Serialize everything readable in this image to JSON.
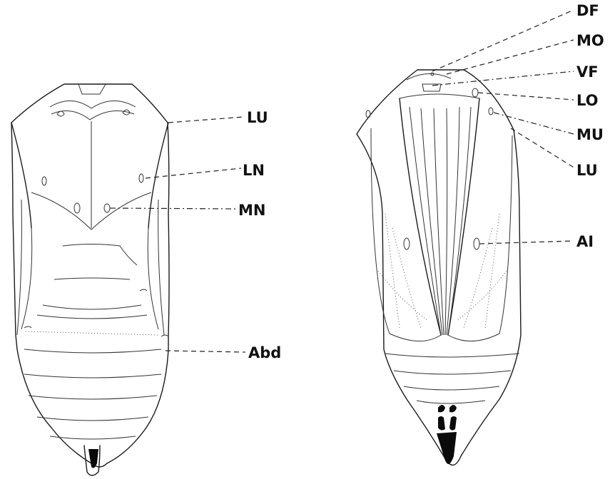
{
  "labels": {
    "left": {
      "lu": "LU",
      "ln": "LN",
      "mn": "MN",
      "abd": "Abd"
    },
    "right": {
      "df": "DF",
      "mo": "MO",
      "vf": "VF",
      "lo": "LO",
      "mu": "MU",
      "lu": "LU",
      "ai": "AI"
    }
  },
  "colors": {
    "ink": "#111111",
    "background": "#ffffff"
  }
}
